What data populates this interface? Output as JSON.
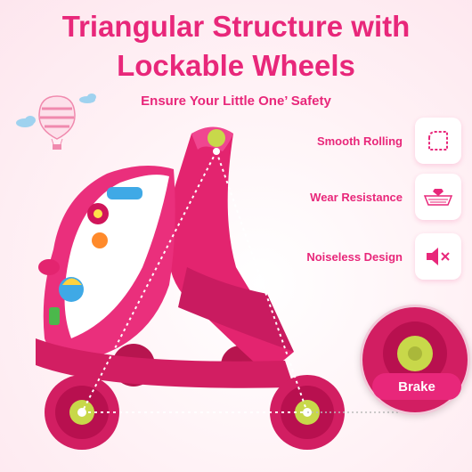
{
  "header": {
    "title_line1": "Triangular Structure with",
    "title_line2": "Lockable Wheels",
    "subtitle": "Ensure Your Little One’ Safety"
  },
  "features": [
    {
      "label": "Smooth Rolling",
      "icon": "rounded-corner-square-icon"
    },
    {
      "label": "Wear Resistance",
      "icon": "wear-mat-diamond-icon"
    },
    {
      "label": "Noiseless Design",
      "icon": "speaker-muted-icon"
    }
  ],
  "callout": {
    "label": "Brake"
  },
  "colors": {
    "accent": "#e8277a",
    "toy_pink": "#d21e62",
    "wheel_hub": "#c8d84a",
    "toy_blue": "#3fa9e6"
  }
}
